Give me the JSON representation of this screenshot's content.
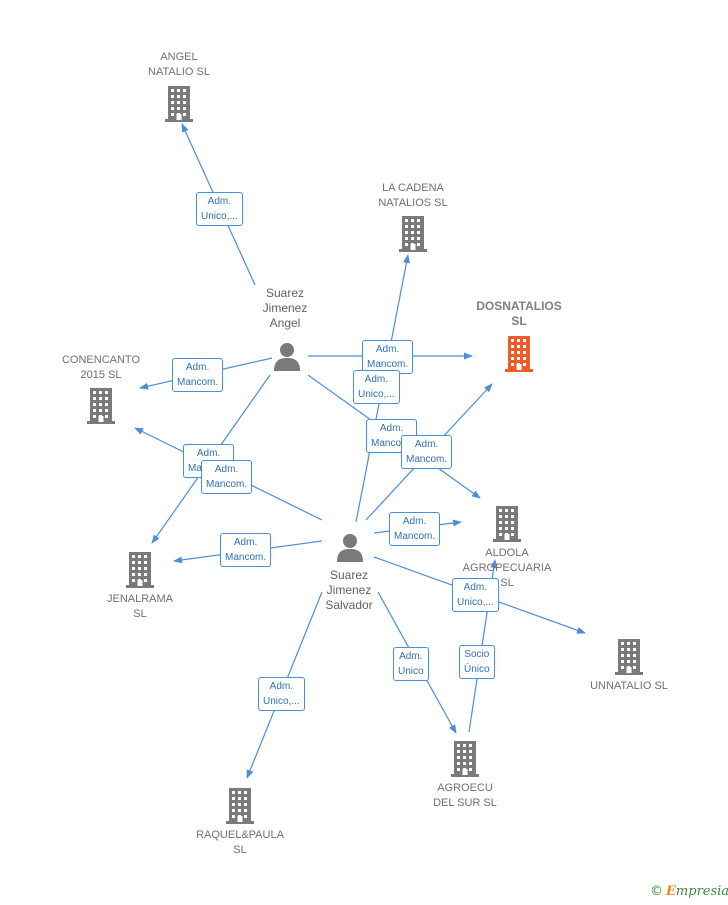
{
  "colors": {
    "edge": "#4a8fd9",
    "building": "#7a7a7a",
    "building_highlight": "#f05a28",
    "person": "#7a7a7a"
  },
  "companies": [
    {
      "id": "angel_natalio",
      "label": "ANGEL\nNATALIO  SL",
      "highlight": false
    },
    {
      "id": "la_cadena",
      "label": "LA CADENA\nNATALIOS  SL",
      "highlight": false
    },
    {
      "id": "dosnatalios",
      "label": "DOSNATALIOS\nSL",
      "highlight": true
    },
    {
      "id": "conencanto",
      "label": "CONENCANTO\n2015  SL",
      "highlight": false
    },
    {
      "id": "aldola",
      "label": "ALDOLA\nAGROPECUARIA\nSL",
      "highlight": false
    },
    {
      "id": "jenalrama",
      "label": "JENALRAMA\nSL",
      "highlight": false
    },
    {
      "id": "unnatalio",
      "label": "UNNATALIO  SL",
      "highlight": false
    },
    {
      "id": "agroecu",
      "label": "AGROECU\nDEL SUR SL",
      "highlight": false
    },
    {
      "id": "raquel_paula",
      "label": "RAQUEL&PAULA\nSL",
      "highlight": false
    }
  ],
  "persons": [
    {
      "id": "angel",
      "label": "Suarez\nJimenez\nAngel"
    },
    {
      "id": "salvador",
      "label": "Suarez\nJimenez\nSalvador"
    }
  ],
  "edges": [
    {
      "from": "angel",
      "to": "angel_natalio",
      "label": "Adm.\nUnico,..."
    },
    {
      "from": "angel",
      "to": "dosnatalios",
      "label": "Adm.\nMancom."
    },
    {
      "from": "angel",
      "to": "conencanto",
      "label": "Adm.\nMancom."
    },
    {
      "from": "angel",
      "to": "jenalrama",
      "label": "Adm.\nMancom."
    },
    {
      "from": "angel",
      "to": "aldola",
      "label": "Adm.\nMancom."
    },
    {
      "from": "salvador",
      "to": "la_cadena",
      "label": "Adm.\nUnico,..."
    },
    {
      "from": "salvador",
      "to": "dosnatalios",
      "label": "Adm.\nMancom."
    },
    {
      "from": "salvador",
      "to": "conencanto",
      "label": "Adm.\nMancom."
    },
    {
      "from": "salvador",
      "to": "jenalrama",
      "label": "Adm.\nMancom."
    },
    {
      "from": "salvador",
      "to": "aldola",
      "label": "Adm.\nMancom."
    },
    {
      "from": "salvador",
      "to": "unnatalio",
      "label": "Adm.\nUnico,..."
    },
    {
      "from": "salvador",
      "to": "agroecu",
      "label": "Adm.\nUnico"
    },
    {
      "from": "salvador",
      "to": "raquel_paula",
      "label": "Adm.\nUnico,..."
    },
    {
      "from": "agroecu",
      "to": "aldola",
      "label": "Socio\nÚnico"
    }
  ],
  "brand": {
    "copyright": "©",
    "initial": "E",
    "rest": "mpresia"
  }
}
